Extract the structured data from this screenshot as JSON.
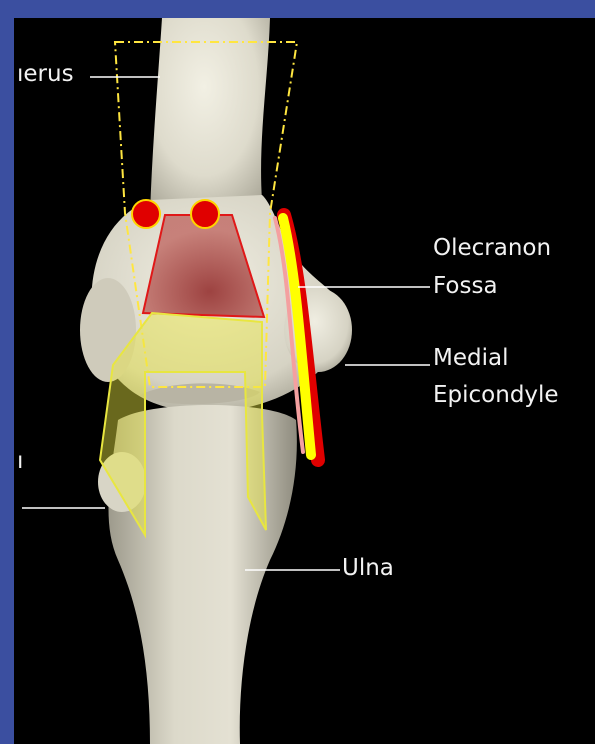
{
  "labels": {
    "humerus": "ıerus",
    "olecranon_line1": "Olecranon",
    "olecranon_line2": "Fossa",
    "medial_line1": "Medial",
    "medial_line2": "Epicondyle",
    "ulna": "Ulna",
    "left_partial": "ı"
  },
  "colors": {
    "frame_blue": "#3b4fa0",
    "bone": "#e2e0d2",
    "fossa_fill": "#b24a4a",
    "fossa_outline": "#e01818",
    "marker_red": "#e00000",
    "marker_rim": "#ffd400",
    "nerve_yellow": "#ffff00",
    "nerve_red": "#e00000",
    "overlay_yellow": "#e8e640",
    "guide_dash": "#ffe640"
  }
}
